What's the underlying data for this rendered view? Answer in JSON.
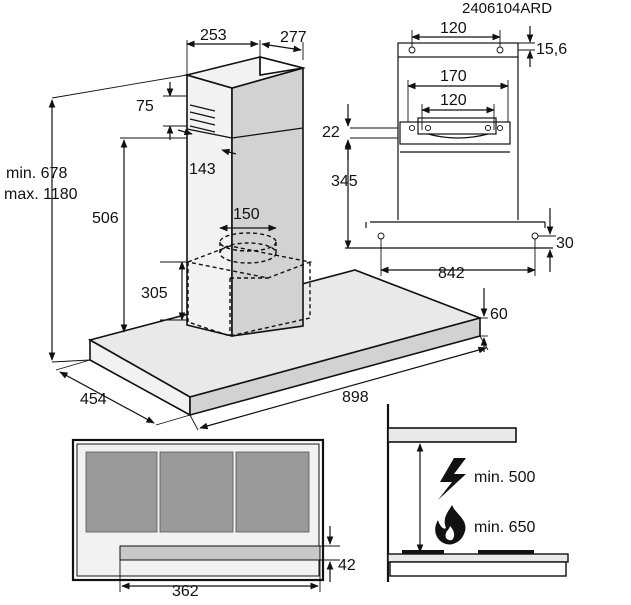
{
  "diagram": {
    "code": "2406104ARD",
    "main_view": {
      "chimney_width": "253",
      "chimney_depth": "277",
      "bracket_height": "75",
      "bracket_offset": "143",
      "height_range": [
        "min. 678",
        "max. 1180"
      ],
      "outlet_height": "506",
      "outlet_diameter": "150",
      "filter_box_height": "305",
      "canopy_thickness": "60",
      "hood_depth": "454",
      "hood_width": "898"
    },
    "bracket_view": {
      "top_hole_spacing": "120",
      "top_offset": "15,6",
      "outer_spacing": "170",
      "inner_spacing": "120",
      "bracket_gap": "22",
      "bracket_to_holes": "345",
      "wall_hole_offset": "30",
      "wall_hole_spacing": "842"
    },
    "bottom_view": {
      "light_width": "362",
      "light_depth": "42"
    },
    "clearance_view": {
      "electric_min": "min. 500",
      "gas_min": "min. 650",
      "electric_icon": "lightning-icon",
      "gas_icon": "flame-icon"
    }
  }
}
